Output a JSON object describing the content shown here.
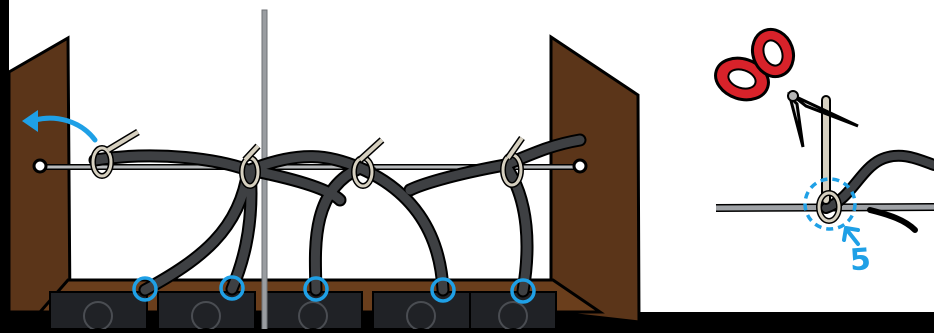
{
  "illustration": {
    "step_number": "5",
    "colors": {
      "wood": "#5b3519",
      "wood_edge": "#2c1a0c",
      "cable": "#3e4043",
      "cable_highlight": "#6b6e72",
      "wire": "#b9bbbd",
      "zip_tie": "#d6d0c0",
      "highlight_blue": "#1fa0e6",
      "scissors_red": "#d8222a"
    },
    "fan_count": 5,
    "zip_tie_count": 4,
    "icons": [
      "scissors-icon",
      "curved-arrow-icon",
      "pointer-arrow-icon",
      "highlight-circle"
    ]
  }
}
